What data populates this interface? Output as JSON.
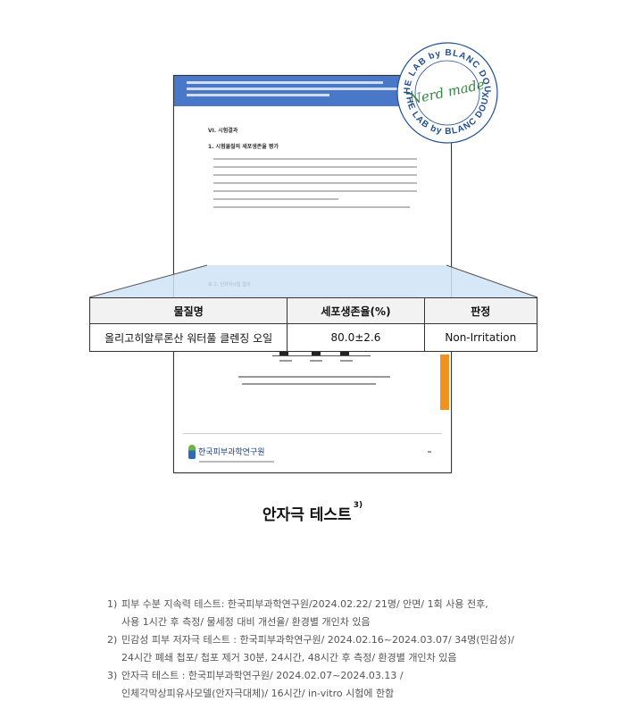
{
  "stamp": {
    "ring_top": "THE LAB by BLANC DOUX",
    "ring_bottom": "THE LAB by BLANC DOUX",
    "center_script": "Nerd made",
    "ring_color": "#1f4f91",
    "script_color": "#2f8a3c"
  },
  "report": {
    "heading_1": "VI. 시험결과",
    "heading_2": "1. 시험물질의 세포생존율 평가",
    "table_label": "표 2. 인자극시험 결과",
    "institute_name": "한국피부과학연구원"
  },
  "table": {
    "headers": [
      "물질명",
      "세포생존율(%)",
      "판정"
    ],
    "rows": [
      [
        "올리고히알루론산 워터풀 클렌징 오일",
        "80.0±2.6",
        "Non-Irritation"
      ]
    ]
  },
  "caption": {
    "text": "안자극 테스트",
    "superscript": "3)"
  },
  "footnotes": [
    {
      "num": "1)",
      "lines": [
        "피부 수분 지속력 테스트: 한국피부과학연구원/2024.02.22/ 21명/ 안면/ 1회 사용 전후,",
        "사용 1시간 후 측정/ 물세정 대비 개선율/ 환경별 개인차 있음"
      ]
    },
    {
      "num": "2)",
      "lines": [
        "민감성 피부 저자극 테스트 : 한국피부과학연구원/ 2024.02.16~2024.03.07/ 34명(민감성)/",
        "24시간 폐쇄 첩포/ 첩포 제거 30분, 24시간, 48시간 후 측정/ 환경별 개인차 있음"
      ]
    },
    {
      "num": "3)",
      "lines": [
        "안자극 테스트 : 한국피부과학연구원/ 2024.02.07~2024.03.13 /",
        "인체각막상피유사모델(안자극대체)/ 16시간/ in-vitro 시험에 한함"
      ]
    }
  ],
  "colors": {
    "banner_blue": "#4a78c9",
    "banner_green": "#6fb43f",
    "highlight_blue": "#cfe3f7",
    "accent_orange": "#f0921e"
  }
}
